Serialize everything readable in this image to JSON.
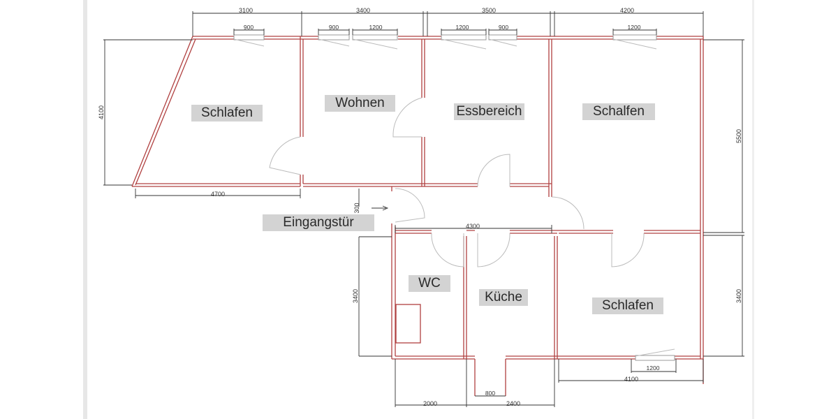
{
  "rooms": {
    "schlafen_1": "Schlafen",
    "wohnen": "Wohnen",
    "essbereich": "Essbereich",
    "schalfen": "Schalfen",
    "eingangstuer": "Eingangstür",
    "wc": "WC",
    "kueche": "Küche",
    "schlafen_2": "Schlafen"
  },
  "dimensions": {
    "top_1": "3100",
    "top_2": "3400",
    "top_3": "3500",
    "top_4": "4200",
    "win_1": "900",
    "win_2": "900",
    "win_3": "1200",
    "win_4": "1200",
    "win_5": "900",
    "win_6": "1200",
    "left_height": "4100",
    "right_height": "5500",
    "bottom_left": "4700",
    "entry": "300",
    "corridor": "4300",
    "wc_height": "3400",
    "right_lower_height": "3400",
    "win_bottom": "1200",
    "bottom_right": "4100",
    "door_kitchen": "800",
    "bottom_wc": "2000",
    "bottom_kitchen": "2400"
  },
  "colors": {
    "wall": "#b04040",
    "dimension": "#333333",
    "label_bg": "#d3d3d3"
  }
}
